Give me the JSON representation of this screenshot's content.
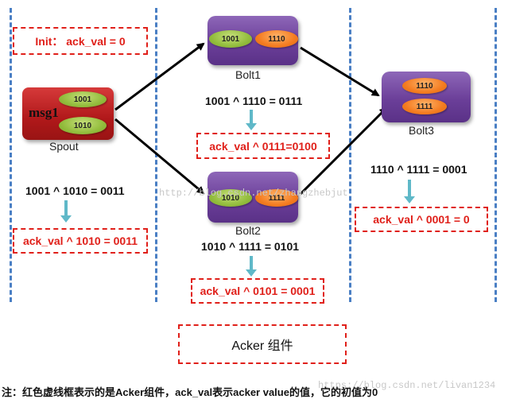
{
  "init_box": "Init： ack_val = 0",
  "spout": {
    "name": "Spout",
    "msg": "msg1",
    "ids": [
      "1001",
      "1010"
    ]
  },
  "bolt1": {
    "name": "Bolt1",
    "ids": [
      "1001",
      "1110"
    ]
  },
  "bolt2": {
    "name": "Bolt2",
    "ids": [
      "1010",
      "1111"
    ]
  },
  "bolt3": {
    "name": "Bolt3",
    "ids": [
      "1110",
      "1111"
    ]
  },
  "spout_eq": "1001 ^ 1010 = 0011",
  "spout_ack": "ack_val ^ 1010 = 0011",
  "bolt1_eq": "1001 ^ 1110 = 0111",
  "bolt1_ack": "ack_val ^ 0111=0100",
  "bolt2_eq": "1010 ^ 1111 = 0101",
  "bolt2_ack": "ack_val ^ 0101 = 0001",
  "bolt3_eq": "1110 ^ 1111 = 0001",
  "bolt3_ack": "ack_val  ^  0001 = 0",
  "acker_label": "Acker 组件",
  "watermark1": "http://blog.csdn.net/zhangzhebjut",
  "watermark2": "https://blog.csdn.net/livan1234",
  "note": "注：红色虚线框表示的是Acker组件，ack_val表示acker value的值，它的初值为0",
  "colors": {
    "red": "#e0201a",
    "purple": "#6b3f99",
    "green": "#93bd3d",
    "orange": "#f47c20",
    "blue_dash": "#4a7fc4",
    "teal_arrow": "#5fb8c8"
  }
}
